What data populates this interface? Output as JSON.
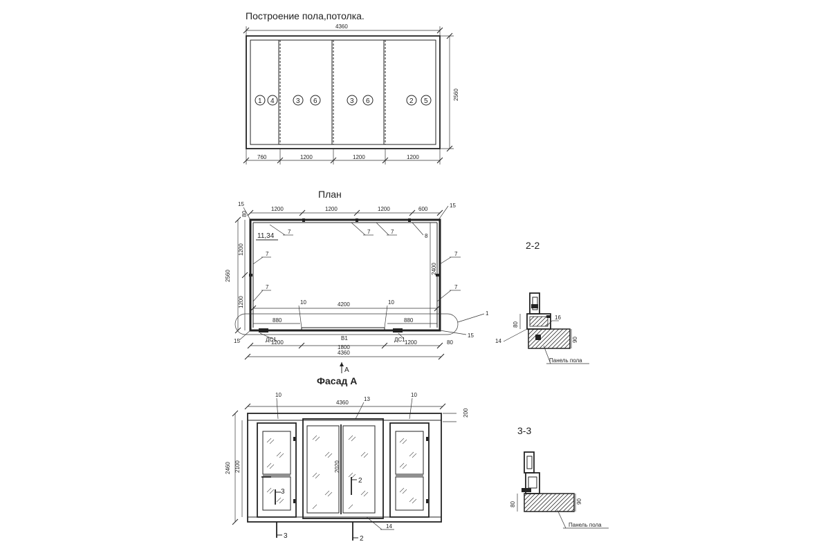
{
  "colors": {
    "ink": "#222222",
    "paper": "#ffffff"
  },
  "floor_plan": {
    "title": "Построение пола,потолка.",
    "overall_width": "4360",
    "overall_height": "2560",
    "bottom_dims": [
      "760",
      "1200",
      "1200",
      "1200"
    ],
    "panel_labels": [
      [
        "1",
        "4"
      ],
      [
        "3",
        "6"
      ],
      [
        "3",
        "6"
      ],
      [
        "2",
        "5"
      ]
    ]
  },
  "plan": {
    "title": "План",
    "top_dims": [
      "1200",
      "1200",
      "1200",
      "600"
    ],
    "corner_label": "15",
    "top_offset": "80",
    "room_number": "11,34",
    "wall_label": "7",
    "label_8": "8",
    "left_dims": [
      "1200",
      "1200"
    ],
    "overall_height": "2560",
    "inner_height": "2400",
    "inner_width": "4200",
    "label_10": "10",
    "label_1": "1",
    "side_dims": [
      "880",
      "880"
    ],
    "door_label": "ДС1",
    "center_label": "В1",
    "bottom_dims": [
      "1200",
      "1800",
      "1200"
    ],
    "bottom_offset": "80",
    "overall_width": "4360",
    "view_label": "А"
  },
  "facade": {
    "title": "Фасад А",
    "overall_width": "4360",
    "label_10": "10",
    "label_13": "13",
    "label_14": "14",
    "top_dim": "200",
    "overall_height": "2460",
    "inner_height": "2100",
    "door_height": "2020",
    "cut_2": "2",
    "cut_3": "3"
  },
  "section_2": {
    "title": "2-2",
    "label_16": "16",
    "label_14": "14",
    "dim_80": "80",
    "dim_90": "90",
    "floor_panel": "Панель пола"
  },
  "section_3": {
    "title": "3-3",
    "dim_80": "80",
    "dim_90": "90",
    "floor_panel": "Панель пола"
  }
}
